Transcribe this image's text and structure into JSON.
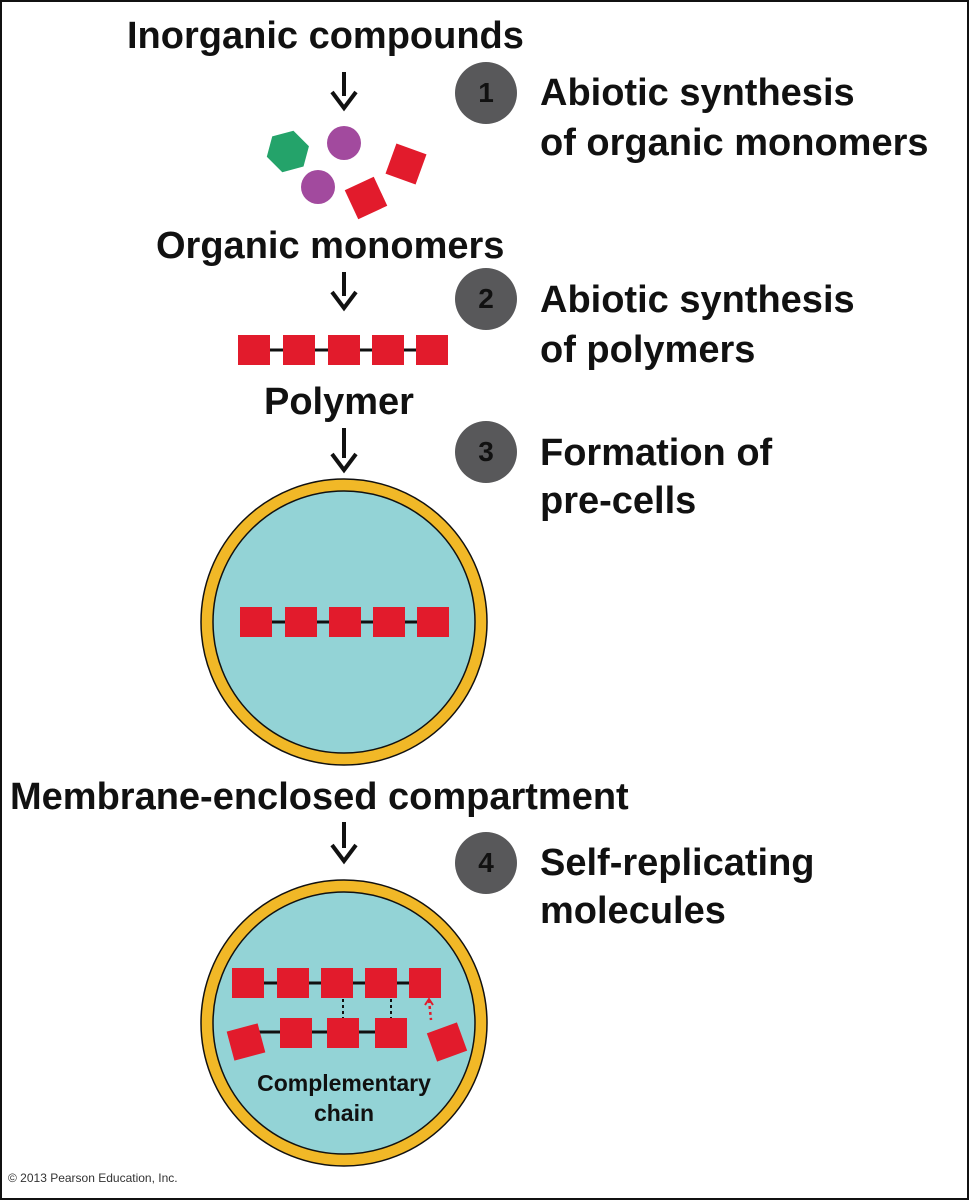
{
  "labels": {
    "inorganic": "Inorganic compounds",
    "monomers": "Organic monomers",
    "polymer": "Polymer",
    "compartment": "Membrane-enclosed compartment",
    "complementary_line1": "Complementary",
    "complementary_line2": "chain"
  },
  "steps": [
    {
      "number": "1",
      "line1": "Abiotic synthesis",
      "line2": "of organic monomers"
    },
    {
      "number": "2",
      "line1": "Abiotic synthesis",
      "line2": "of polymers"
    },
    {
      "number": "3",
      "line1": "Formation of",
      "line2": "pre-cells"
    },
    {
      "number": "4",
      "line1": "Self-replicating",
      "line2": "molecules"
    }
  ],
  "copyright": "© 2013 Pearson Education, Inc.",
  "colors": {
    "monomer_red": "#e21b2c",
    "monomer_purple": "#a24a9e",
    "monomer_green": "#24a36a",
    "cell_fill": "#93d3d6",
    "membrane": "#f1b827",
    "badge": "#58585a"
  }
}
